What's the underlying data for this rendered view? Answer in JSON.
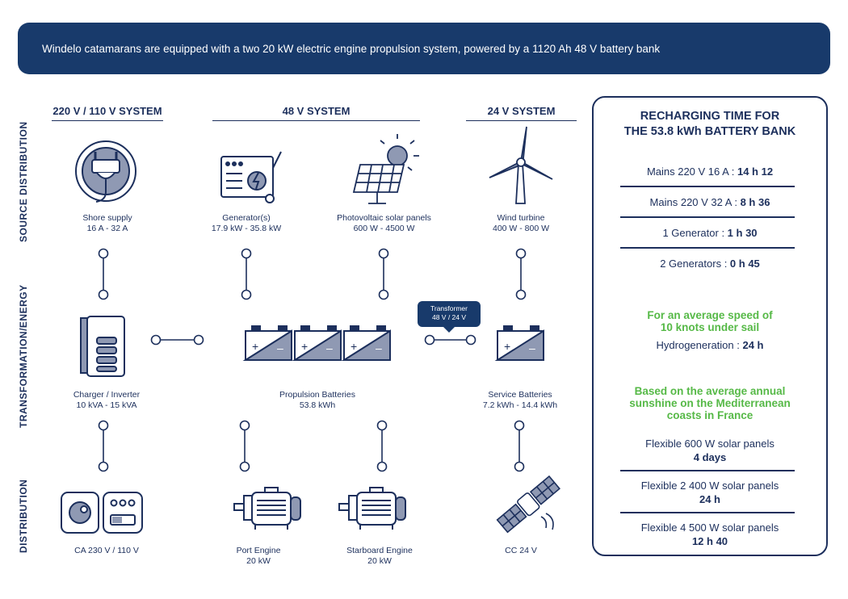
{
  "banner": "Windelo catamarans are equipped with a two 20 kW electric engine propulsion system, powered by a 1120 Ah 48 V battery bank",
  "systems": {
    "s220": "220 V / 110 V SYSTEM",
    "s48": "48 V SYSTEM",
    "s24": "24 V SYSTEM"
  },
  "rows": {
    "source": "SOURCE DISTRIBUTION",
    "transformation": "TRANSFORMATION/ENERGY",
    "distribution": "DISTRIBUTION"
  },
  "sources": {
    "shore": {
      "name": "Shore supply",
      "value": "16 A - 32 A"
    },
    "generator": {
      "name": "Generator(s)",
      "value": "17.9 kW - 35.8 kW"
    },
    "solar": {
      "name": "Photovoltaic solar panels",
      "value": "600 W - 4500 W"
    },
    "wind": {
      "name": "Wind turbine",
      "value": "400 W - 800 W"
    }
  },
  "transformation": {
    "charger": {
      "name": "Charger / Inverter",
      "value": "10 kVA - 15 kVA"
    },
    "propulsion": {
      "name": "Propulsion Batteries",
      "value": "53.8 kWh"
    },
    "transformer": {
      "name": "Transformer",
      "value": "48 V / 24 V"
    },
    "service": {
      "name": "Service Batteries",
      "value": "7.2 kWh - 14.4 kWh"
    }
  },
  "distribution": {
    "ca": {
      "name": "CA 230 V / 110 V"
    },
    "port": {
      "name": "Port Engine",
      "value": "20 kW"
    },
    "starboard": {
      "name": "Starboard Engine",
      "value": "20 kW"
    },
    "cc": {
      "name": "CC 24 V"
    }
  },
  "panel": {
    "title1": "RECHARGING TIME FOR",
    "title2": "THE 53.8 kWh BATTERY BANK",
    "mains": [
      {
        "label": "Mains 220 V 16 A : ",
        "value": "14 h 12"
      },
      {
        "label": "Mains 220 V 32 A : ",
        "value": "8 h 36"
      },
      {
        "label": "1 Generator : ",
        "value": "1 h 30"
      },
      {
        "label": "2 Generators : ",
        "value": "0 h 45"
      }
    ],
    "sail1": "For an average speed of",
    "sail2": "10 knots under sail",
    "hydro": {
      "label": "Hydrogeneration : ",
      "value": "24 h"
    },
    "sun1": "Based on the average annual",
    "sun2": "sunshine on the Mediterranean",
    "sun3": "coasts in France",
    "solar": [
      {
        "label": "Flexible 600 W solar panels",
        "value": "4 days"
      },
      {
        "label": "Flexible 2 400 W solar panels",
        "value": "24 h"
      },
      {
        "label": "Flexible 4 500 W solar panels",
        "value": "12 h 40"
      }
    ]
  },
  "colors": {
    "navy": "#183a6b",
    "accent": "#56b947",
    "fill": "#8f99b3"
  }
}
